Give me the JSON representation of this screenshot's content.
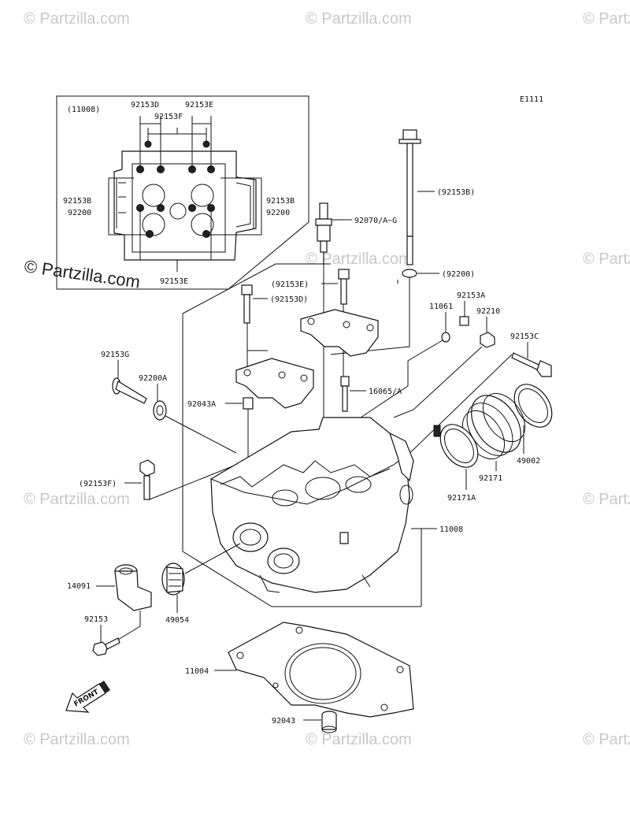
{
  "diagram": {
    "ref_code": "E1111",
    "front_label": "FRONT",
    "inset_labels": {
      "assembly": "(11008)",
      "d": "92153D",
      "e_top": "92153E",
      "f": "92153F",
      "b_left": "92153B",
      "w_left": "92200",
      "b_right": "92153B",
      "w_right": "92200",
      "e_bottom": "92153E"
    },
    "callouts": [
      {
        "id": "bolt-long",
        "text": "(92153B)"
      },
      {
        "id": "spark-plug",
        "text": "92070/A~G"
      },
      {
        "id": "washer-92200",
        "text": "(92200)"
      },
      {
        "id": "bolt-e",
        "text": "(92153E)"
      },
      {
        "id": "bolt-d",
        "text": "(92153D)"
      },
      {
        "id": "bolt-a",
        "text": "92153A"
      },
      {
        "id": "oring-11061",
        "text": "11061"
      },
      {
        "id": "nut-92210",
        "text": "92210"
      },
      {
        "id": "bolt-c",
        "text": "92153C"
      },
      {
        "id": "bolt-g",
        "text": "92153G"
      },
      {
        "id": "washer-92200a",
        "text": "92200A"
      },
      {
        "id": "dowel-92043a",
        "text": "92043A"
      },
      {
        "id": "stud-49002",
        "text": "49002"
      },
      {
        "id": "clamp-92171",
        "text": "92171"
      },
      {
        "id": "holder-16065",
        "text": "16065/A"
      },
      {
        "id": "clamp-92171a",
        "text": "92171A"
      },
      {
        "id": "bolt-f",
        "text": "(92153F)"
      },
      {
        "id": "head-11008",
        "text": "11008"
      },
      {
        "id": "fitting-14091",
        "text": "14091"
      },
      {
        "id": "thermostat-49054",
        "text": "49054"
      },
      {
        "id": "bolt-92153",
        "text": "92153"
      },
      {
        "id": "gasket-11004",
        "text": "11004"
      },
      {
        "id": "dowel-92043",
        "text": "92043"
      }
    ],
    "watermark": "© Partzilla.com"
  }
}
